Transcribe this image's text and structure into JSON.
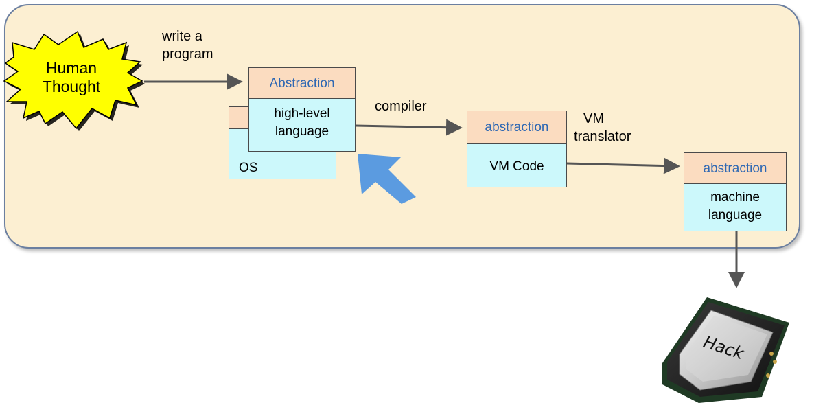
{
  "human_thought": {
    "line1": "Human",
    "line2": "Thought"
  },
  "edges": {
    "write_program_line1": "write a",
    "write_program_line2": "program",
    "compiler": "compiler",
    "vm_translator_line1": "VM",
    "vm_translator_line2": "translator"
  },
  "os_box": {
    "label": "OS"
  },
  "hll_box": {
    "head": "Abstraction",
    "body_line1": "high-level",
    "body_line2": "language"
  },
  "vm_box": {
    "head": "abstraction",
    "body": "VM Code"
  },
  "ml_box": {
    "head": "abstraction",
    "body_line1": "machine",
    "body_line2": "language"
  },
  "chip": {
    "label": "Hack"
  },
  "colors": {
    "panel_fill": "#fcefd2",
    "header_fill": "#fbdcc0",
    "body_fill": "#ccf8fb",
    "header_text": "#2f68b3",
    "starburst": "#ffff00",
    "pointer_arrow": "#5b9be0"
  }
}
